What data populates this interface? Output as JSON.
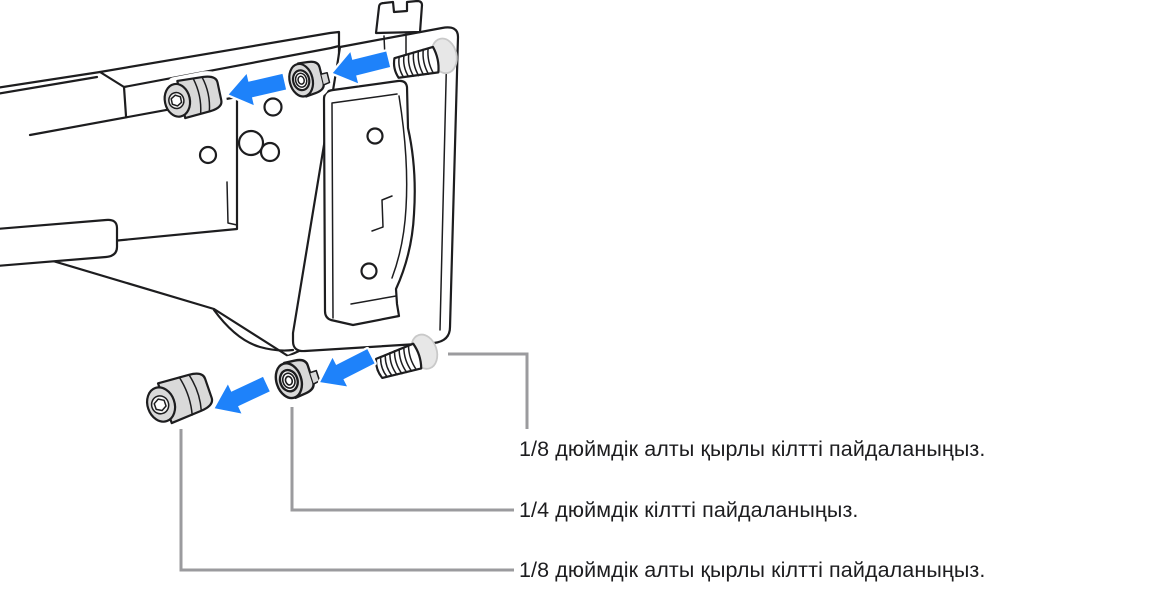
{
  "figure": {
    "description": "Exploded-view line illustration of a rack mounting rail and rear bracket: a hex-socket screw and a barrel nut slide left off a threaded stud, shown in two rows with blue arrows"
  },
  "labels": [
    {
      "text": "1/8 дюймдік алты қырлы кілтті пайдаланыңыз."
    },
    {
      "text": "1/4 дюймдік кілтті пайдаланыңыз."
    },
    {
      "text": "1/8 дюймдік алты қырлы кілтті пайдаланыңыз."
    }
  ],
  "icons": {
    "arrow_left": {
      "name": "arrow-left-icon",
      "glyph": "←",
      "count": 4
    }
  },
  "colors": {
    "background": "#ffffff",
    "line": "#1d1d1f",
    "arrow": "#1e82fa",
    "metal": "#d9d9d9",
    "metal_light": "#e7e7e7",
    "callout": "#9b9b9e",
    "text": "#1d1d1f"
  }
}
